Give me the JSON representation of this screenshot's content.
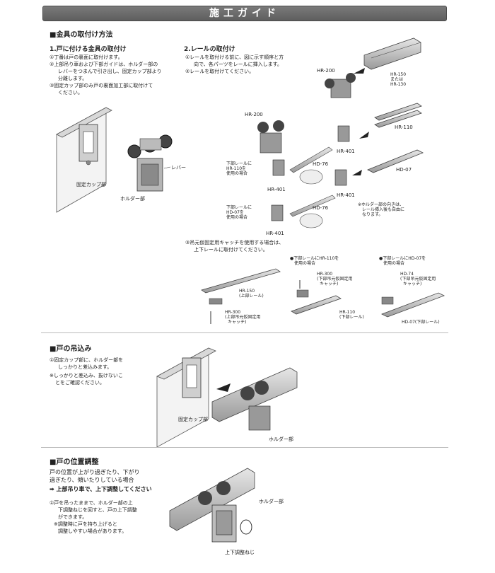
{
  "banner": {
    "title": "施工ガイド"
  },
  "sec1": {
    "heading": "■金具の取付け方法",
    "part1": {
      "title": "1.戸に付ける金具の取付け",
      "steps": [
        "①丁番は戸の裏面に取付けます。",
        "②上部吊り車および下部ガイドは、ホルダー部の",
        "レバーをつまんで引き出し、固定カップ部より",
        "分離します。",
        "③固定カップ部のみ戸の裏面加工部に取付けて",
        "ください。"
      ],
      "labels": {
        "fixed_cup": "固定カップ部",
        "lever": "レバー",
        "holder": "ホルダー部"
      }
    },
    "part2": {
      "title": "2.レールの取付け",
      "steps": [
        "①レールを取付ける前に、図に示す順序と方",
        "向で、各パーツをレールに挿入します。",
        "②レールを取付けてください。"
      ],
      "labels": {
        "hr200a": "HR-200",
        "hr150": "HR-150",
        "or": "または",
        "hr130": "HR-130",
        "hr200b": "HR-200",
        "hr110": "HR-110",
        "hr401a": "HR-401",
        "note_hr110_1": "下部レールに",
        "note_hr110_2": "HR-110を",
        "note_hr110_3": "使用の場合",
        "hd76a": "HD-76",
        "hd07": "HD-07",
        "hr401b": "HR-401",
        "hr401c": "HR-401",
        "note_hd07_1": "下部レールに",
        "note_hd07_2": "HD-07を",
        "note_hd07_3": "使用の場合",
        "hd76b": "HD-76",
        "hr401d": "HR-401",
        "holder_note_1": "※ホルダー部の向きは、",
        "holder_note_2": "レール挿入後も自由に",
        "holder_note_3": "なります。"
      },
      "step3": [
        "③吊元仮固定用キャッチを使用する場合は、",
        "上下レールに取付けてください。"
      ],
      "catch": {
        "b1_1": "●下部レールにHR-110を",
        "b1_2": "使用の場合",
        "b2_1": "●下部レールにHD-07を",
        "b2_2": "使用の場合",
        "hr150": "HR-150",
        "upper": "(上部レール)",
        "hr300a": "HR-300",
        "hr300a_d1": "(上部吊元仮固定用",
        "hr300a_d2": "キャッチ)",
        "hr300b": "HR-300",
        "hr300b_d1": "(下部吊元仮固定用",
        "hr300b_d2": "キャッチ)",
        "hr110": "HR-110",
        "lower1": "(下部レール)",
        "hd74": "HD-74",
        "hd74_d1": "(下部吊元仮固定用",
        "hd74_d2": "キャッチ)",
        "hd07": "HD-07(下部レール)"
      }
    }
  },
  "sec2": {
    "heading": "■戸の吊込み",
    "steps": [
      "①固定カップ部に、ホルダー部を",
      "しっかりと差込みます。",
      "※しっかりと差込み、抜けないこ",
      "とをご確認ください。"
    ],
    "labels": {
      "fixed_cup": "固定カップ部",
      "holder": "ホルダー部"
    }
  },
  "sec3": {
    "heading": "■戸の位置調整",
    "lead": [
      "戸の位置が上がり過ぎたり、下がり",
      "過ぎたり、傾いたりしている場合"
    ],
    "arrow": "➡ 上部吊り車で、上下調整してください",
    "steps": [
      "①戸を吊ったままで、ホルダー部の上",
      "下調整ねじを回すと、戸の上下調整",
      "ができます。",
      "※調整時に戸を持ち上げると",
      "調整しやすい場合があります。"
    ],
    "labels": {
      "holder": "ホルダー部",
      "screw": "上下調整ねじ"
    }
  }
}
